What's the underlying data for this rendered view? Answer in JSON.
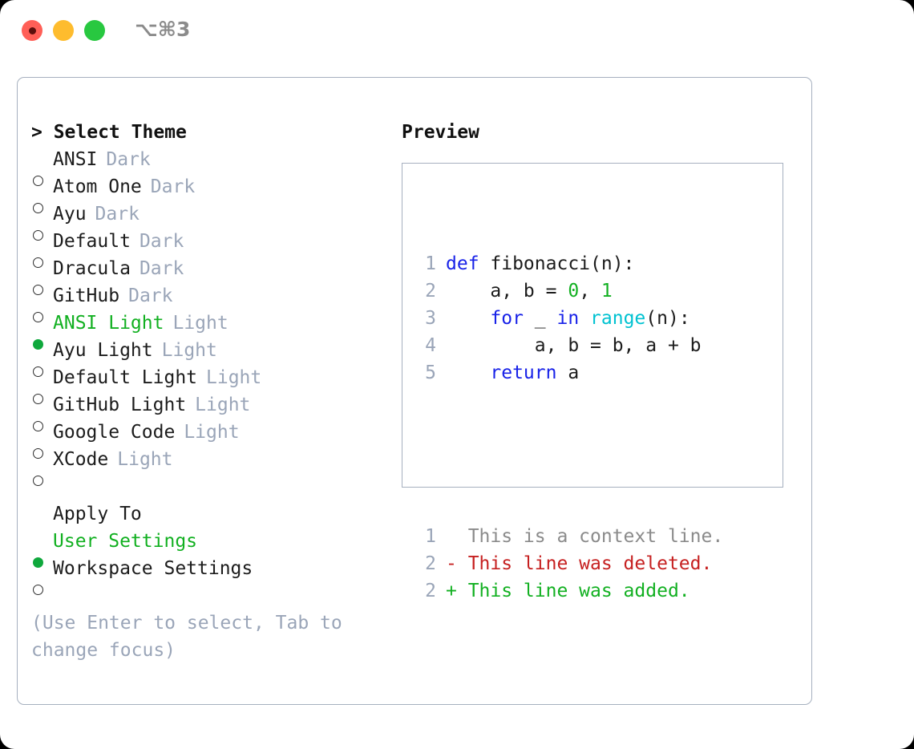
{
  "window": {
    "shortcut": "⌥⌘3",
    "traffic_lights": [
      {
        "name": "close",
        "color": "#ff5f57"
      },
      {
        "name": "minimize",
        "color": "#febc2e"
      },
      {
        "name": "zoom",
        "color": "#28c840"
      }
    ]
  },
  "theme_list": {
    "header": "> Select Theme",
    "items": [
      {
        "label": "ANSI",
        "kind": "Dark",
        "selected": false
      },
      {
        "label": "Atom One",
        "kind": "Dark",
        "selected": false
      },
      {
        "label": "Ayu",
        "kind": "Dark",
        "selected": false
      },
      {
        "label": "Default",
        "kind": "Dark",
        "selected": false
      },
      {
        "label": "Dracula",
        "kind": "Dark",
        "selected": false
      },
      {
        "label": "GitHub",
        "kind": "Dark",
        "selected": false
      },
      {
        "label": "ANSI Light",
        "kind": "Light",
        "selected": true
      },
      {
        "label": "Ayu Light",
        "kind": "Light",
        "selected": false
      },
      {
        "label": "Default Light",
        "kind": "Light",
        "selected": false
      },
      {
        "label": "GitHub Light",
        "kind": "Light",
        "selected": false
      },
      {
        "label": "Google Code",
        "kind": "Light",
        "selected": false
      },
      {
        "label": "XCode",
        "kind": "Light",
        "selected": false
      }
    ]
  },
  "apply_to": {
    "title": "Apply To",
    "items": [
      {
        "label": "User Settings",
        "selected": true
      },
      {
        "label": "Workspace Settings",
        "selected": false
      }
    ]
  },
  "hint": "(Use Enter to select, Tab to change focus)",
  "preview": {
    "title": "Preview",
    "code_lines": [
      {
        "no": "1",
        "tokens": [
          {
            "t": "def ",
            "c": "kw"
          },
          {
            "t": "fibonacci(n):",
            "c": "plain"
          }
        ]
      },
      {
        "no": "2",
        "tokens": [
          {
            "t": "    a, b = ",
            "c": "plain"
          },
          {
            "t": "0",
            "c": "num"
          },
          {
            "t": ", ",
            "c": "plain"
          },
          {
            "t": "1",
            "c": "num"
          }
        ]
      },
      {
        "no": "3",
        "tokens": [
          {
            "t": "    ",
            "c": "plain"
          },
          {
            "t": "for",
            "c": "kw"
          },
          {
            "t": " _ ",
            "c": "plain"
          },
          {
            "t": "in",
            "c": "kw"
          },
          {
            "t": " ",
            "c": "plain"
          },
          {
            "t": "range",
            "c": "fn"
          },
          {
            "t": "(n):",
            "c": "plain"
          }
        ]
      },
      {
        "no": "4",
        "tokens": [
          {
            "t": "        a, b = b, a + b",
            "c": "plain"
          }
        ]
      },
      {
        "no": "5",
        "tokens": [
          {
            "t": "    ",
            "c": "plain"
          },
          {
            "t": "return",
            "c": "kw"
          },
          {
            "t": " a",
            "c": "plain"
          }
        ]
      }
    ],
    "diff_lines": [
      {
        "no": "1",
        "marker": "  ",
        "text": "This is a context line.",
        "kind": "ctx"
      },
      {
        "no": "2",
        "marker": "- ",
        "text": "This line was deleted.",
        "kind": "del"
      },
      {
        "no": "2",
        "marker": "+ ",
        "text": "This line was added.",
        "kind": "add"
      }
    ]
  },
  "colors": {
    "accent_green": "#12b021",
    "muted": "#9aa5b8",
    "border": "#a6b0bf",
    "keyword": "#1822e8",
    "function": "#00c2d1",
    "number": "#12b021",
    "diff_delete": "#c62020",
    "diff_add": "#12b021"
  }
}
